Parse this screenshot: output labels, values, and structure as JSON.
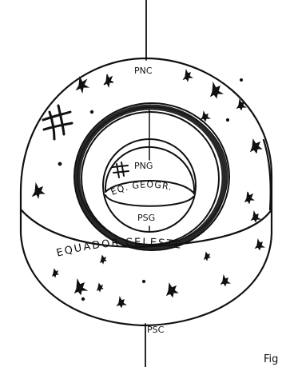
{
  "labels": {
    "north_celestial_pole": "PNC",
    "south_celestial_pole": "PSC",
    "north_geographic_pole": "PNG",
    "south_geographic_pole": "PSG",
    "geographic_equator": "EQ. GEOGR.",
    "celestial_equator": "EQUADOR CELESTE",
    "caption": "Fig"
  },
  "colors": {
    "ink": "#111111",
    "background": "#ffffff"
  }
}
